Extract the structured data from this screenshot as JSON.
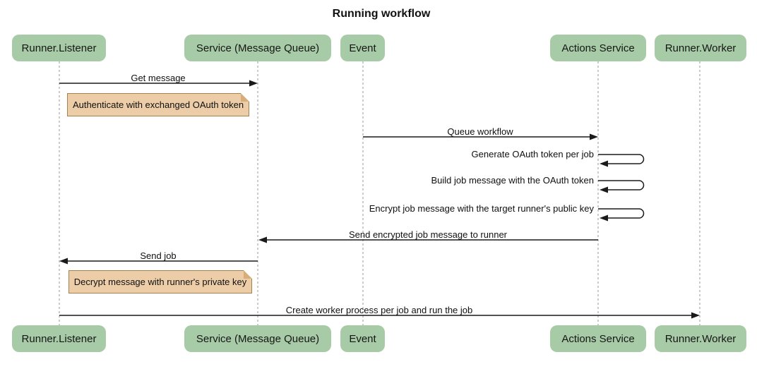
{
  "diagram": {
    "type": "sequence-diagram",
    "title": "Running workflow",
    "participants": [
      {
        "id": "runner-listener",
        "label": "Runner.Listener"
      },
      {
        "id": "service-message-queue",
        "label": "Service (Message Queue)"
      },
      {
        "id": "event",
        "label": "Event"
      },
      {
        "id": "actions-service",
        "label": "Actions Service"
      },
      {
        "id": "runner-worker",
        "label": "Runner.Worker"
      }
    ],
    "messages": [
      {
        "type": "arrow",
        "from": "Runner.Listener",
        "to": "Service (Message Queue)",
        "label": "Get message"
      },
      {
        "type": "note",
        "over": "Runner.Listener",
        "label": "Authenticate with exchanged OAuth token"
      },
      {
        "type": "arrow",
        "from": "Event",
        "to": "Actions Service",
        "label": "Queue workflow"
      },
      {
        "type": "self",
        "from": "Actions Service",
        "to": "Actions Service",
        "label": "Generate OAuth token per job"
      },
      {
        "type": "self",
        "from": "Actions Service",
        "to": "Actions Service",
        "label": "Build job message with the OAuth token"
      },
      {
        "type": "self",
        "from": "Actions Service",
        "to": "Actions Service",
        "label": "Encrypt job message with the target runner's public key"
      },
      {
        "type": "arrow",
        "from": "Actions Service",
        "to": "Service (Message Queue)",
        "label": "Send encrypted job message to runner"
      },
      {
        "type": "arrow",
        "from": "Service (Message Queue)",
        "to": "Runner.Listener",
        "label": "Send job"
      },
      {
        "type": "note",
        "over": "Runner.Listener",
        "label": "Decrypt message with runner's private key"
      },
      {
        "type": "arrow",
        "from": "Runner.Listener",
        "to": "Runner.Worker",
        "label": "Create worker process per job and run the job"
      }
    ],
    "colors": {
      "actor_fill": "#a7cba6",
      "actor_text": "#161616",
      "note_fill": "#eccda8",
      "note_border": "#a48151",
      "message_line": "#1a1a1a",
      "lifeline": "#999999",
      "background": "#ffffff"
    }
  }
}
